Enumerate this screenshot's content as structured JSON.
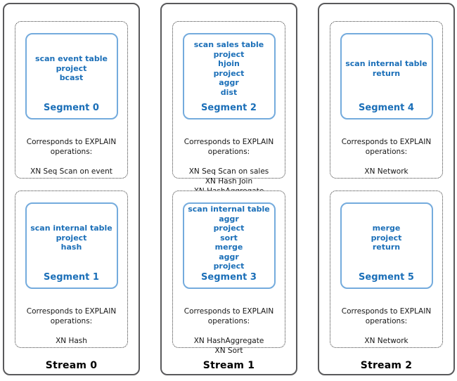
{
  "colors": {
    "segment_text_blue": "#1b6fb8",
    "segment_border_blue": "#74abdd",
    "stream_border_gray": "#59595b",
    "dotted_border": "#3c3c3c",
    "explain_text": "#161616"
  },
  "diagram": {
    "streams": [
      {
        "label": "Stream 0",
        "segments": [
          {
            "operations": [
              "scan event table",
              "project",
              "bcast"
            ],
            "name": "Segment 0",
            "explain": {
              "heading": "Corresponds to EXPLAIN\noperations:",
              "operations": [
                "XN Seq Scan on event"
              ]
            }
          },
          {
            "operations": [
              "scan internal table",
              "project",
              "hash"
            ],
            "name": "Segment 1",
            "explain": {
              "heading": "Corresponds to EXPLAIN\noperations:",
              "operations": [
                "XN Hash"
              ]
            }
          }
        ]
      },
      {
        "label": "Stream 1",
        "segments": [
          {
            "operations": [
              "scan sales table",
              "project",
              "hjoin",
              "project",
              "aggr",
              "dist"
            ],
            "name": "Segment 2",
            "explain": {
              "heading": "Corresponds to EXPLAIN\noperations:",
              "operations": [
                "XN Seq Scan on sales",
                "XN Hash Join",
                "XN HashAggregate"
              ]
            }
          },
          {
            "operations": [
              "scan internal table",
              "aggr",
              "project",
              "sort",
              "merge",
              "aggr",
              "project"
            ],
            "name": "Segment 3",
            "explain": {
              "heading": "Corresponds to EXPLAIN\noperations:",
              "operations": [
                "XN HashAggregate",
                "XN Sort"
              ]
            }
          }
        ]
      },
      {
        "label": "Stream 2",
        "segments": [
          {
            "operations": [
              "scan internal table",
              "return"
            ],
            "name": "Segment 4",
            "explain": {
              "heading": "Corresponds to EXPLAIN\noperations:",
              "operations": [
                "XN Network"
              ]
            }
          },
          {
            "operations": [
              "merge",
              "project",
              "return"
            ],
            "name": "Segment 5",
            "explain": {
              "heading": "Corresponds to EXPLAIN\noperations:",
              "operations": [
                "XN Network"
              ]
            }
          }
        ]
      }
    ]
  }
}
